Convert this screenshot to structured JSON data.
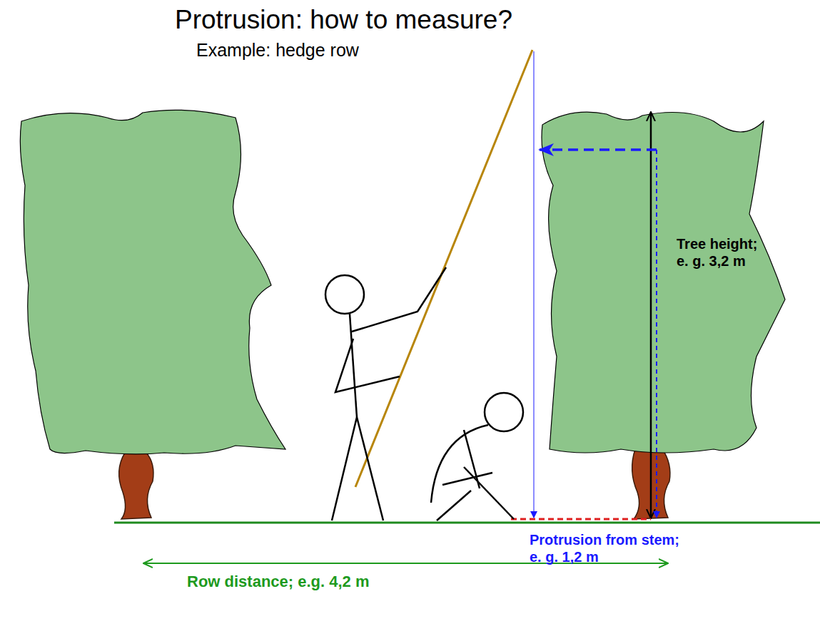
{
  "diagram": {
    "title": "Protrusion: how to measure?",
    "labels": [
      "Example: hedge row",
      "Tree height; e. g. 3,2 m",
      "Protrusion from stem; e. g. 1,2 m",
      "Row distance; e.g. 4,2 m"
    ]
  }
}
